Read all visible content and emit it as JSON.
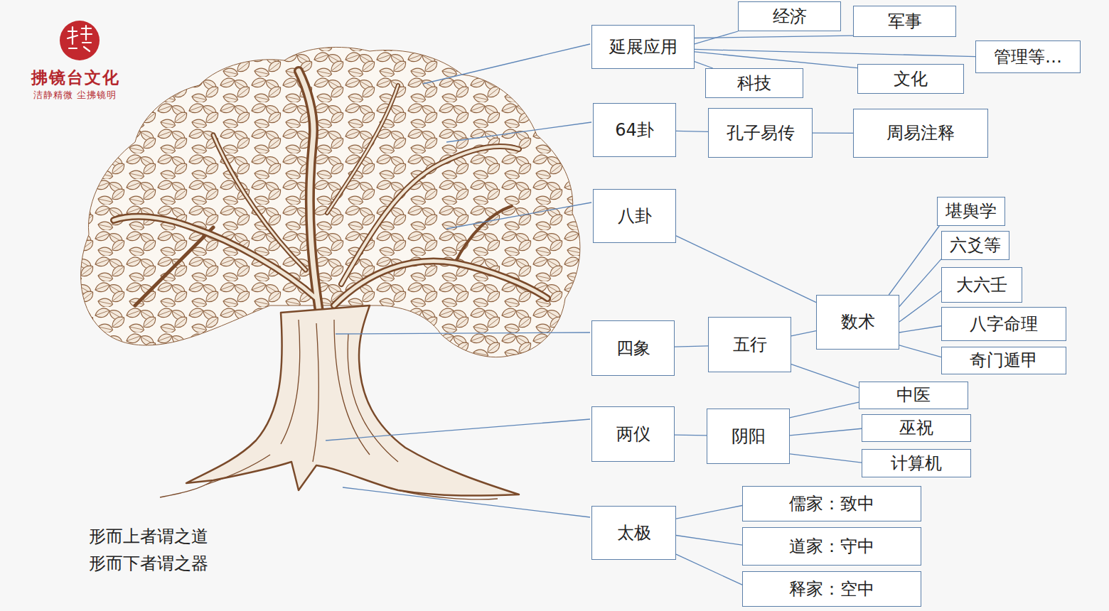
{
  "diagram": {
    "nodes": [
      {
        "text": [
          "延展应用"
        ]
      },
      {
        "text": [
          "经济"
        ]
      },
      {
        "text": [
          "军事"
        ]
      },
      {
        "text": [
          "管理等…"
        ]
      },
      {
        "text": [
          "科技"
        ]
      },
      {
        "text": [
          "文化"
        ]
      },
      {
        "text": [
          "64卦"
        ]
      },
      {
        "text": [
          "孔子易传"
        ]
      },
      {
        "text": [
          "周易注释"
        ]
      },
      {
        "text": [
          "八卦"
        ]
      },
      {
        "text": [
          "堪舆学"
        ]
      },
      {
        "text": [
          "六爻等"
        ]
      },
      {
        "text": [
          "大六壬"
        ]
      },
      {
        "text": [
          "数术"
        ]
      },
      {
        "text": [
          "八字命理"
        ]
      },
      {
        "text": [
          "奇门遁甲"
        ]
      },
      {
        "text": [
          "四象"
        ]
      },
      {
        "text": [
          "五行"
        ]
      },
      {
        "text": [
          "中医"
        ]
      },
      {
        "text": [
          "两仪"
        ]
      },
      {
        "text": [
          "阴阳"
        ]
      },
      {
        "text": [
          "巫祝"
        ]
      },
      {
        "text": [
          "计算机"
        ]
      },
      {
        "text": [
          "太极"
        ]
      },
      {
        "text": [
          "儒家：致中"
        ]
      },
      {
        "text": [
          "道家：守中"
        ]
      },
      {
        "text": [
          "释家：空中"
        ]
      }
    ],
    "edges": [
      {
        "from": 0,
        "to": 1,
        "arrow": "none"
      },
      {
        "from": 0,
        "to": 2,
        "arrow": "none"
      },
      {
        "from": 0,
        "to": 3,
        "arrow": "none"
      },
      {
        "from": 0,
        "to": 4,
        "arrow": "none"
      },
      {
        "from": 0,
        "to": 5,
        "arrow": "none"
      },
      {
        "from": 6,
        "to": 7,
        "arrow": "none"
      },
      {
        "from": 7,
        "to": 8,
        "arrow": "none"
      },
      {
        "from": 9,
        "to": 13,
        "arrow": "none"
      },
      {
        "from": 16,
        "to": 17,
        "arrow": "none"
      },
      {
        "from": 17,
        "to": 13,
        "arrow": "none"
      },
      {
        "from": 13,
        "to": 10,
        "arrow": "none"
      },
      {
        "from": 13,
        "to": 11,
        "arrow": "none"
      },
      {
        "from": 13,
        "to": 12,
        "arrow": "none"
      },
      {
        "from": 13,
        "to": 14,
        "arrow": "none"
      },
      {
        "from": 13,
        "to": 15,
        "arrow": "none"
      },
      {
        "from": 17,
        "to": 18,
        "arrow": "none"
      },
      {
        "from": 19,
        "to": 20,
        "arrow": "none"
      },
      {
        "from": 20,
        "to": 18,
        "arrow": "none"
      },
      {
        "from": 20,
        "to": 21,
        "arrow": "none"
      },
      {
        "from": 20,
        "to": 22,
        "arrow": "none"
      },
      {
        "from": 23,
        "to": 24,
        "arrow": "none"
      },
      {
        "from": 23,
        "to": 25,
        "arrow": "none"
      },
      {
        "from": 23,
        "to": 26,
        "arrow": "none"
      }
    ],
    "labels": [
      "拂镜台文化",
      "洁静精微 尘拂镜明",
      "形而上者谓之道",
      "形而下者谓之器"
    ]
  }
}
